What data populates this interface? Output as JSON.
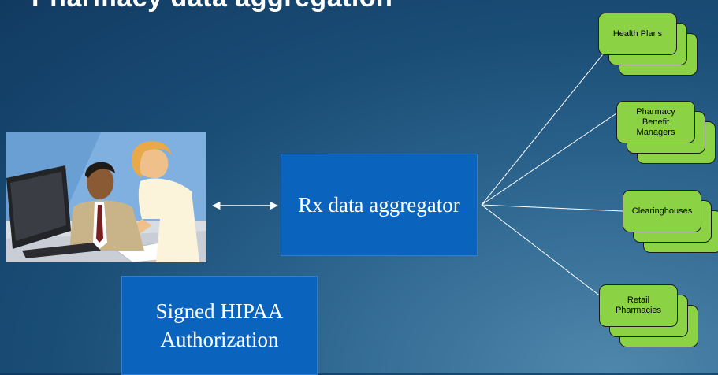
{
  "slide": {
    "title": "Pharmacy data aggregation",
    "aggregator_label": "Rx data aggregator",
    "authorization_line1": "Signed HIPAA",
    "authorization_line2": "Authorization"
  },
  "sources": [
    {
      "label": "Health Plans"
    },
    {
      "label": "Pharmacy\nBenefit\nManagers"
    },
    {
      "label": "Clearinghouses"
    },
    {
      "label": "Retail\nPharmacies"
    }
  ],
  "colors": {
    "background": "#1a4d76",
    "box_fill": "#0a63bd",
    "card_fill": "#8cd245",
    "connector": "#ffffff"
  },
  "image": {
    "description_name": "office-workers-at-computer-clipart"
  }
}
